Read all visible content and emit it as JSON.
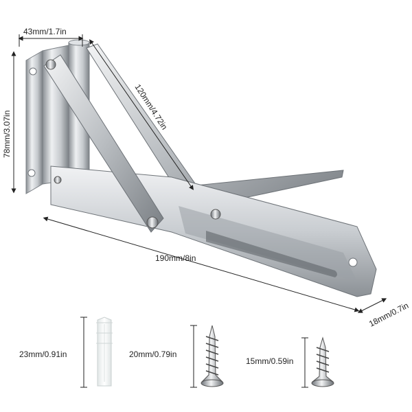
{
  "product": {
    "dimensions": {
      "width": "43mm/1.7in",
      "height": "78mm/3.07in",
      "brace": "120mm/4.72in",
      "length": "190mm/8in",
      "depth": "18mm/0.7in"
    },
    "accessories": {
      "anchor_length": "23mm/0.91in",
      "long_screw_length": "20mm/0.79in",
      "short_screw_length": "15mm/0.59in"
    }
  },
  "colors": {
    "steel_light": "#e6e8ea",
    "steel_mid": "#b8bcc0",
    "steel_dark": "#6d7277",
    "anchor": "#f2f4f4"
  }
}
